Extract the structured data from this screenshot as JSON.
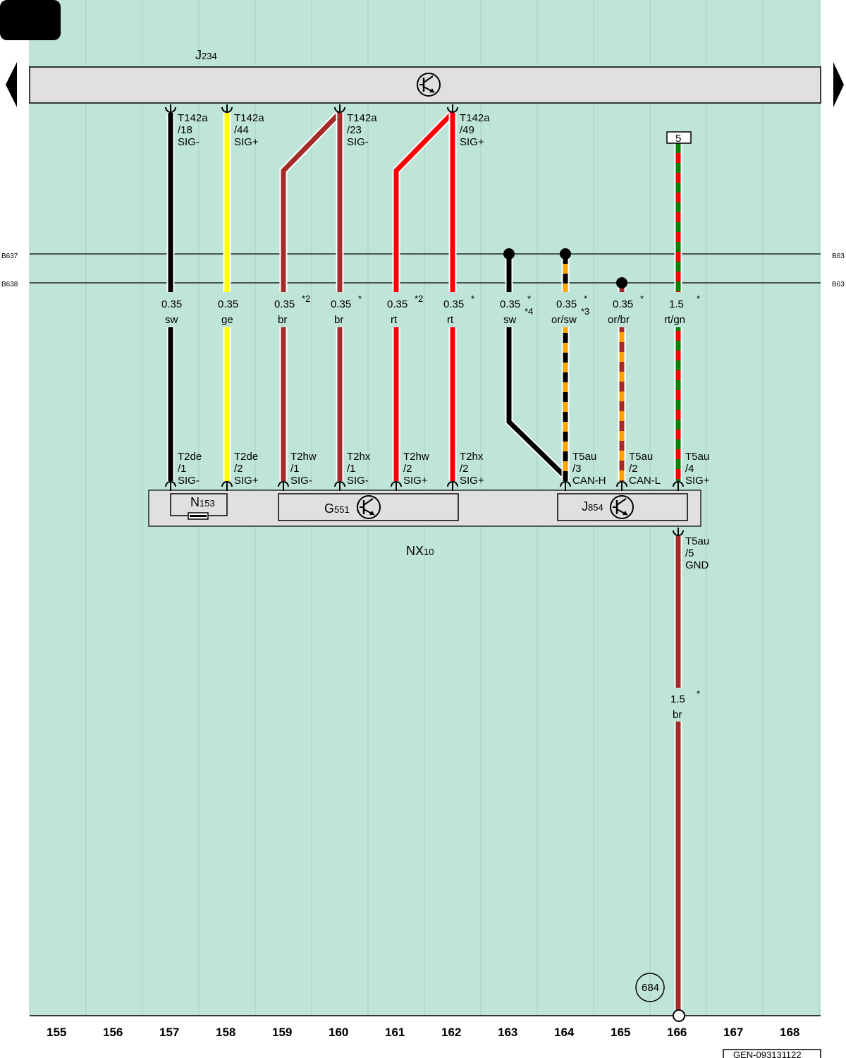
{
  "labels": {
    "control_unit_top": "J",
    "control_unit_top_sub": "234",
    "bus_left_1": "B637",
    "bus_left_2": "B638",
    "bus_right_1": "B63",
    "bus_right_2": "B63",
    "module_n": "N",
    "module_n_sub": "153",
    "module_g": "G",
    "module_g_sub": "551",
    "module_j": "J",
    "module_j_sub": "854",
    "housing": "NX",
    "housing_sub": "10",
    "connector_box": "5",
    "ground_ref": "684",
    "footer_code": "GEN-093131122"
  },
  "wires": [
    {
      "col": "157",
      "top_pin": [
        "T142a",
        "/18",
        "SIG-"
      ],
      "size": "0.35",
      "color_code": "sw",
      "note": "",
      "bottom_pin": [
        "T2de",
        "/1",
        "SIG-"
      ],
      "colors": [
        "#000000"
      ]
    },
    {
      "col": "158",
      "top_pin": [
        "T142a",
        "/44",
        "SIG+"
      ],
      "size": "0.35",
      "color_code": "ge",
      "note": "",
      "bottom_pin": [
        "T2de",
        "/2",
        "SIG+"
      ],
      "colors": [
        "#ffff00"
      ]
    },
    {
      "col": "159",
      "top_pin": [],
      "size": "0.35",
      "color_code": "br",
      "note": "*2",
      "bottom_pin": [
        "T2hw",
        "/1",
        "SIG-"
      ],
      "colors": [
        "#a52a2a"
      ]
    },
    {
      "col": "160",
      "top_pin": [
        "T142a",
        "/23",
        "SIG-"
      ],
      "size": "0.35",
      "color_code": "br",
      "note": "*",
      "bottom_pin": [
        "T2hx",
        "/1",
        "SIG-"
      ],
      "colors": [
        "#a52a2a"
      ]
    },
    {
      "col": "161",
      "top_pin": [],
      "size": "0.35",
      "color_code": "rt",
      "note": "*2",
      "bottom_pin": [
        "T2hw",
        "/2",
        "SIG+"
      ],
      "colors": [
        "#ff0000"
      ]
    },
    {
      "col": "162",
      "top_pin": [
        "T142a",
        "/49",
        "SIG+"
      ],
      "size": "0.35",
      "color_code": "rt",
      "note": "*",
      "bottom_pin": [
        "T2hx",
        "/2",
        "SIG+"
      ],
      "colors": [
        "#ff0000"
      ]
    },
    {
      "col": "163",
      "top_pin": [],
      "size": "0.35",
      "color_code": "sw",
      "note": "*",
      "note2": "*4",
      "bottom_pin": [],
      "colors": [
        "#000000"
      ]
    },
    {
      "col": "164",
      "top_pin": [],
      "size": "0.35",
      "color_code": "or/sw",
      "note": "*",
      "note2": "*3",
      "bottom_pin": [
        "T5au",
        "/3",
        "CAN-H"
      ],
      "colors": [
        "#ffa500",
        "#000000"
      ]
    },
    {
      "col": "165",
      "top_pin": [],
      "size": "0.35",
      "color_code": "or/br",
      "note": "*",
      "bottom_pin": [
        "T5au",
        "/2",
        "CAN-L"
      ],
      "colors": [
        "#ffa500",
        "#a52a2a"
      ]
    },
    {
      "col": "166",
      "top_pin": [],
      "size": "1.5",
      "color_code": "rt/gn",
      "note": "*",
      "bottom_pin": [
        "T5au",
        "/4",
        "SIG+"
      ],
      "colors": [
        "#ff0000",
        "#008000"
      ]
    }
  ],
  "ground_wire": {
    "pin": [
      "T5au",
      "/5",
      "GND"
    ],
    "size": "1.5",
    "color_code": "br",
    "note": "*"
  },
  "columns": [
    "155",
    "156",
    "157",
    "158",
    "159",
    "160",
    "161",
    "162",
    "163",
    "164",
    "165",
    "166",
    "167",
    "168"
  ],
  "colors": {
    "background": "#bfe4d8",
    "housing": "#e0e0e0",
    "grid": "#a9cfc2"
  }
}
